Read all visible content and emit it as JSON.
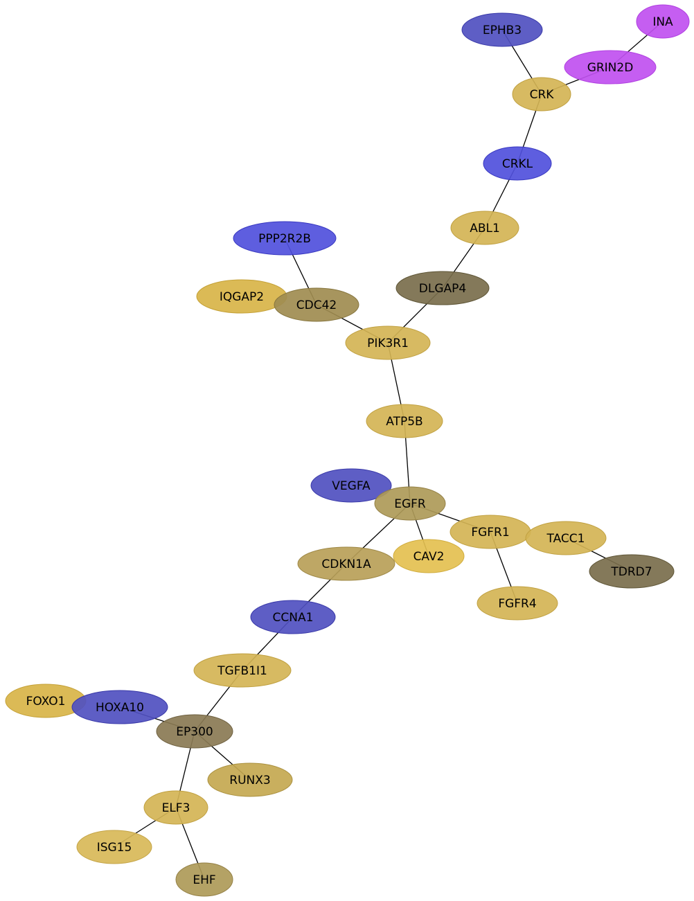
{
  "nodes": [
    {
      "id": "INA",
      "label": "INA",
      "color": "#c050f0",
      "stroke": "#b040e0"
    },
    {
      "id": "EPHB3",
      "label": "EPHB3",
      "color": "#5050c0",
      "stroke": "#3838a8"
    },
    {
      "id": "GRIN2D",
      "label": "GRIN2D",
      "color": "#c050f0",
      "stroke": "#b040e0"
    },
    {
      "id": "CRK",
      "label": "CRK",
      "color": "#d4b455",
      "stroke": "#c0a040"
    },
    {
      "id": "CRKL",
      "label": "CRKL",
      "color": "#5050dc",
      "stroke": "#3838c0"
    },
    {
      "id": "ABL1",
      "label": "ABL1",
      "color": "#d4b455",
      "stroke": "#c0a040"
    },
    {
      "id": "PPP2R2B",
      "label": "PPP2R2B",
      "color": "#5050dc",
      "stroke": "#3838c0"
    },
    {
      "id": "DLGAP4",
      "label": "DLGAP4",
      "color": "#7a6e4c",
      "stroke": "#5e5536"
    },
    {
      "id": "IQGAP2",
      "label": "IQGAP2",
      "color": "#d8b448",
      "stroke": "#c4a036"
    },
    {
      "id": "CDC42",
      "label": "CDC42",
      "color": "#a08c50",
      "stroke": "#86753e"
    },
    {
      "id": "PIK3R1",
      "label": "PIK3R1",
      "color": "#d4b455",
      "stroke": "#c0a040"
    },
    {
      "id": "ATP5B",
      "label": "ATP5B",
      "color": "#d4b455",
      "stroke": "#c0a040"
    },
    {
      "id": "VEGFA",
      "label": "VEGFA",
      "color": "#5050c0",
      "stroke": "#3838a8"
    },
    {
      "id": "EGFR",
      "label": "EGFR",
      "color": "#ae9a58",
      "stroke": "#948046"
    },
    {
      "id": "FGFR1",
      "label": "FGFR1",
      "color": "#d4b455",
      "stroke": "#c0a040"
    },
    {
      "id": "TACC1",
      "label": "TACC1",
      "color": "#d4b455",
      "stroke": "#c0a040"
    },
    {
      "id": "CAV2",
      "label": "CAV2",
      "color": "#e4c050",
      "stroke": "#d0ac3c"
    },
    {
      "id": "CDKN1A",
      "label": "CDKN1A",
      "color": "#b8a058",
      "stroke": "#9e8846"
    },
    {
      "id": "TDRD7",
      "label": "TDRD7",
      "color": "#7a6e4c",
      "stroke": "#5e5536"
    },
    {
      "id": "FGFR4",
      "label": "FGFR4",
      "color": "#d4b455",
      "stroke": "#c0a040"
    },
    {
      "id": "CCNA1",
      "label": "CCNA1",
      "color": "#5050c0",
      "stroke": "#3838a8"
    },
    {
      "id": "TGFB1I1",
      "label": "TGFB1I1",
      "color": "#d4b455",
      "stroke": "#c0a040"
    },
    {
      "id": "FOXO1",
      "label": "FOXO1",
      "color": "#d8b448",
      "stroke": "#c4a036"
    },
    {
      "id": "HOXA10",
      "label": "HOXA10",
      "color": "#5050c0",
      "stroke": "#3838a8"
    },
    {
      "id": "EP300",
      "label": "EP300",
      "color": "#8a7a54",
      "stroke": "#6e6040"
    },
    {
      "id": "RUNX3",
      "label": "RUNX3",
      "color": "#c4a850",
      "stroke": "#aa903e"
    },
    {
      "id": "ELF3",
      "label": "ELF3",
      "color": "#d4b455",
      "stroke": "#c0a040"
    },
    {
      "id": "ISG15",
      "label": "ISG15",
      "color": "#d8b858",
      "stroke": "#c4a446"
    },
    {
      "id": "EHF",
      "label": "EHF",
      "color": "#ae9a58",
      "stroke": "#948046"
    }
  ],
  "edges": [
    [
      "INA",
      "GRIN2D"
    ],
    [
      "GRIN2D",
      "CRK"
    ],
    [
      "EPHB3",
      "CRK"
    ],
    [
      "CRK",
      "CRKL"
    ],
    [
      "CRKL",
      "ABL1"
    ],
    [
      "ABL1",
      "DLGAP4"
    ],
    [
      "DLGAP4",
      "PIK3R1"
    ],
    [
      "PPP2R2B",
      "CDC42"
    ],
    [
      "CDC42",
      "PIK3R1"
    ],
    [
      "PIK3R1",
      "ATP5B"
    ],
    [
      "ATP5B",
      "EGFR"
    ],
    [
      "EGFR",
      "FGFR1"
    ],
    [
      "EGFR",
      "CAV2"
    ],
    [
      "EGFR",
      "CDKN1A"
    ],
    [
      "FGFR1",
      "FGFR4"
    ],
    [
      "TACC1",
      "TDRD7"
    ],
    [
      "CDKN1A",
      "CCNA1"
    ],
    [
      "CCNA1",
      "TGFB1I1"
    ],
    [
      "TGFB1I1",
      "EP300"
    ],
    [
      "HOXA10",
      "EP300"
    ],
    [
      "EP300",
      "RUNX3"
    ],
    [
      "EP300",
      "ELF3"
    ],
    [
      "ELF3",
      "ISG15"
    ],
    [
      "ELF3",
      "EHF"
    ]
  ]
}
